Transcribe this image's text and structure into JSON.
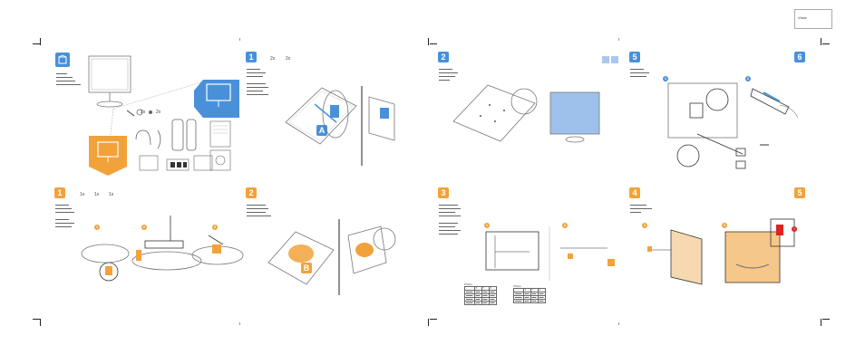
{
  "cover": {
    "label": "Voice"
  },
  "steps": {
    "s1_top": "1",
    "s2_top": "2",
    "s5_top": "5",
    "s6_top": "6",
    "s1_bot": "1",
    "s2_bot": "2",
    "s3_bot": "3",
    "s4_bot": "4",
    "s5_bot": "5"
  },
  "counts": {
    "two_x": "2x",
    "one_x": "1x"
  },
  "callouts": {
    "a": "A",
    "b": "B",
    "c1": "1",
    "c2": "2",
    "c3": "3",
    "warn": "!"
  },
  "table": {
    "left_title": "Philips",
    "right_title": "Philips",
    "headers": [
      "",
      "X",
      "Y",
      "Z"
    ]
  },
  "colors": {
    "blue": "#4a90d9",
    "orange": "#f2a23a",
    "red": "#dd2222"
  }
}
